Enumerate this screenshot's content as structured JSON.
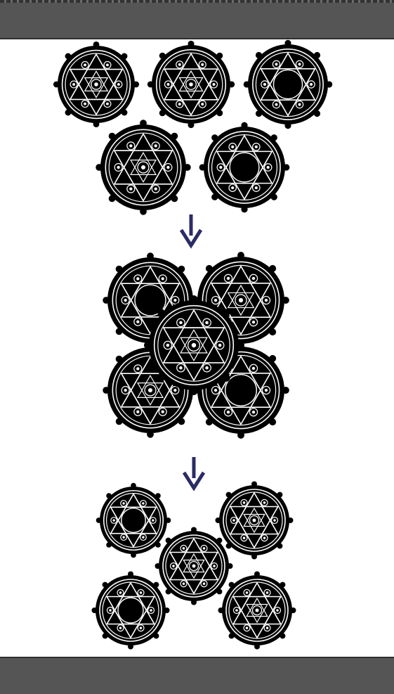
{
  "colors": {
    "toolbar": "#555555",
    "symbol_fill": "#000000",
    "symbol_line": "#ffffff",
    "arrow": "#2b2b66"
  },
  "icons": {
    "arrow": "arrow-down-icon",
    "symbol": "magic-circle-icon"
  },
  "stages": [
    {
      "name": "stage-1-separate",
      "symbols": [
        {
          "variant": "rings"
        },
        {
          "variant": "rings"
        },
        {
          "variant": "dot"
        },
        {
          "variant": "rings"
        },
        {
          "variant": "dot"
        }
      ]
    },
    {
      "name": "stage-2-overlapping",
      "symbols": [
        {
          "variant": "dot"
        },
        {
          "variant": "rings"
        },
        {
          "variant": "rings"
        },
        {
          "variant": "dot"
        },
        {
          "variant": "rings"
        }
      ]
    },
    {
      "name": "stage-3-spread",
      "symbols": [
        {
          "variant": "dot"
        },
        {
          "variant": "rings"
        },
        {
          "variant": "rings"
        },
        {
          "variant": "dot"
        },
        {
          "variant": "rings"
        }
      ]
    }
  ]
}
